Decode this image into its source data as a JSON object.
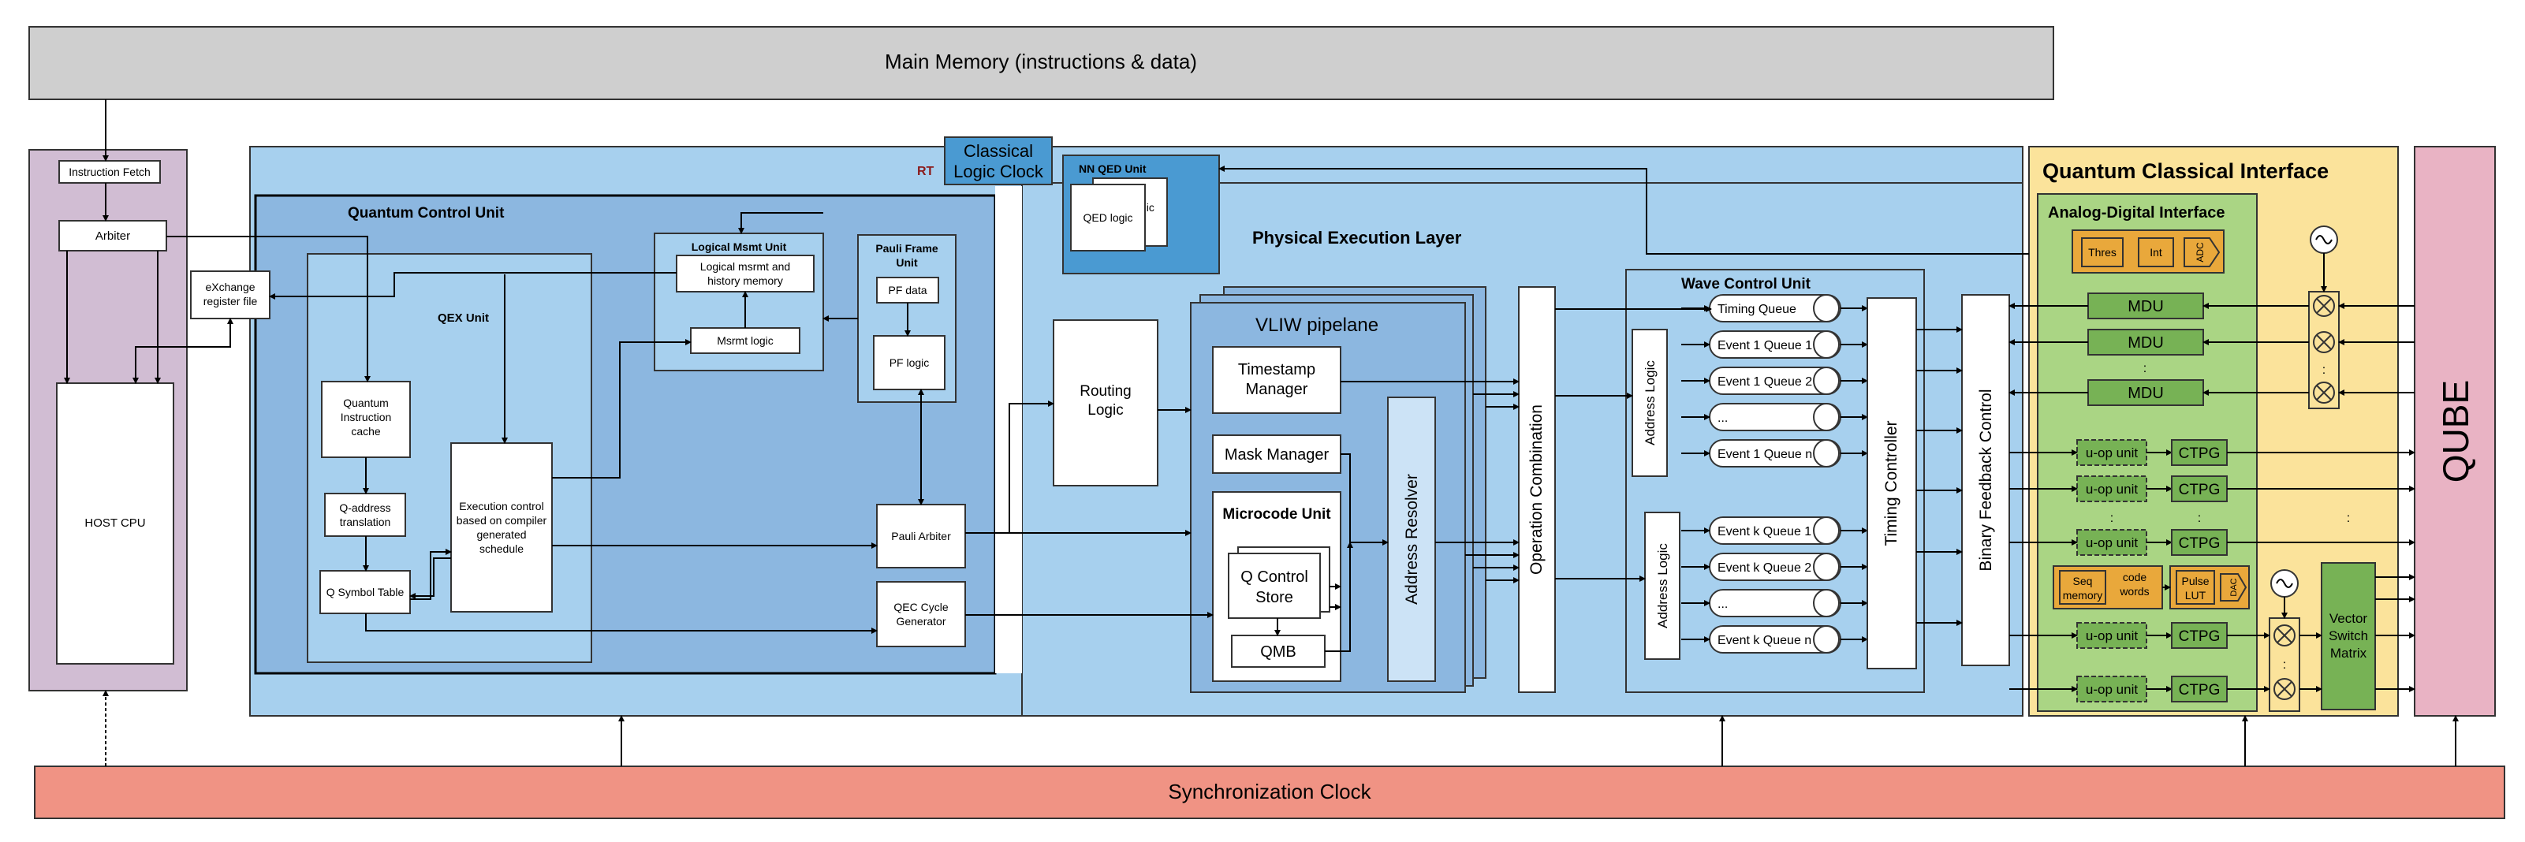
{
  "main_memory": "Main Memory (instructions & data)",
  "sync_clock": "Synchronization Clock",
  "host": {
    "instruction_fetch": "Instruction Fetch",
    "arbiter": "Arbiter",
    "host_cpu": "HOST CPU",
    "exchange_line1": "eXchange",
    "exchange_line2": "register file"
  },
  "rt_label": "RT",
  "classical_logic_clock_line1": "Classical",
  "classical_logic_clock_line2": "Logic Clock",
  "nn_qed": {
    "title": "NN QED   Unit",
    "qed_logic": "QED logic",
    "back_text": "gic"
  },
  "quantum_control_unit": "Quantum Control Unit",
  "qex_unit": "QEX Unit",
  "logical_msmt": {
    "title": "Logical Msmt Unit",
    "history_line1": "Logical msrmt and",
    "history_line2": "history memory",
    "msrmt_logic": "Msrmt  logic"
  },
  "pauli_frame": {
    "title_line1": "Pauli Frame",
    "title_line2": "Unit",
    "pf_data": "PF data",
    "pf_logic": "PF logic"
  },
  "qic_lines": [
    "Quantum",
    "Instruction",
    "cache"
  ],
  "qaddr_lines": [
    "Q-address",
    "translation"
  ],
  "q_symbol_table": "Q Symbol Table",
  "exec_lines": [
    "Execution control",
    "based on compiler",
    "generated",
    "schedule"
  ],
  "pauli_arbiter": "Pauli Arbiter",
  "qec_lines": [
    "QEC Cycle",
    "Generator"
  ],
  "physical_execution_layer": "Physical Execution Layer",
  "routing_line1": "Routing",
  "routing_line2": "Logic",
  "vliw": {
    "title": "VLIW pipelane",
    "timestamp_line1": "Timestamp",
    "timestamp_line2": "Manager",
    "mask_manager": "Mask Manager",
    "microcode_unit": "Microcode Unit",
    "qcs_line1": "Q Control",
    "qcs_line2": "Store",
    "qmb": "QMB",
    "address_resolver": "Address Resolver"
  },
  "operation_combination": "Operation  Combination",
  "wave_control": {
    "title": "Wave Control Unit",
    "address_logic": "Address Logic",
    "queues_top": [
      "Timing Queue",
      "Event 1 Queue 1",
      "Event 1 Queue 2",
      "...",
      "Event 1 Queue n"
    ],
    "queues_bottom": [
      "Event k Queue 1",
      "Event k Queue 2",
      "...",
      "Event k Queue n"
    ],
    "timing_controller": "Timing Controller"
  },
  "binary_feedback_control": "Binary Feedback Control",
  "qci": {
    "title": "Quantum Classical Interface",
    "adi_title": "Analog-Digital Interface",
    "thres": "Thres",
    "int": "Int",
    "adc": "ADC",
    "dac": "DAC",
    "mdu": "MDU",
    "uop": "u-op unit",
    "ctpg": "CTPG",
    "seq_line1": "Seq",
    "seq_line2": "memory",
    "code_line1": "code",
    "code_line2": "words",
    "pulse_line1": "Pulse",
    "pulse_line2": "LUT",
    "vsm_lines": [
      "Vector",
      "Switch",
      "Matrix"
    ],
    "dots": ":"
  },
  "qube": "QUBE",
  "colors": {
    "memory_gray": "#cfcfcf",
    "host_purple": "#d1bdd3",
    "pel_blue": "#a7d0ee",
    "qcu_blue": "#8cb7e0",
    "classical_clock": "#4a9ad2",
    "qci_yellow": "#fbe39b",
    "adi_green": "#aad584",
    "mdu_green": "#77b255",
    "uop_orange": "#e9a83b",
    "qube_pink": "#e9b3c4",
    "sync_red": "#f09384",
    "resolver_blue": "#cce3f6"
  }
}
